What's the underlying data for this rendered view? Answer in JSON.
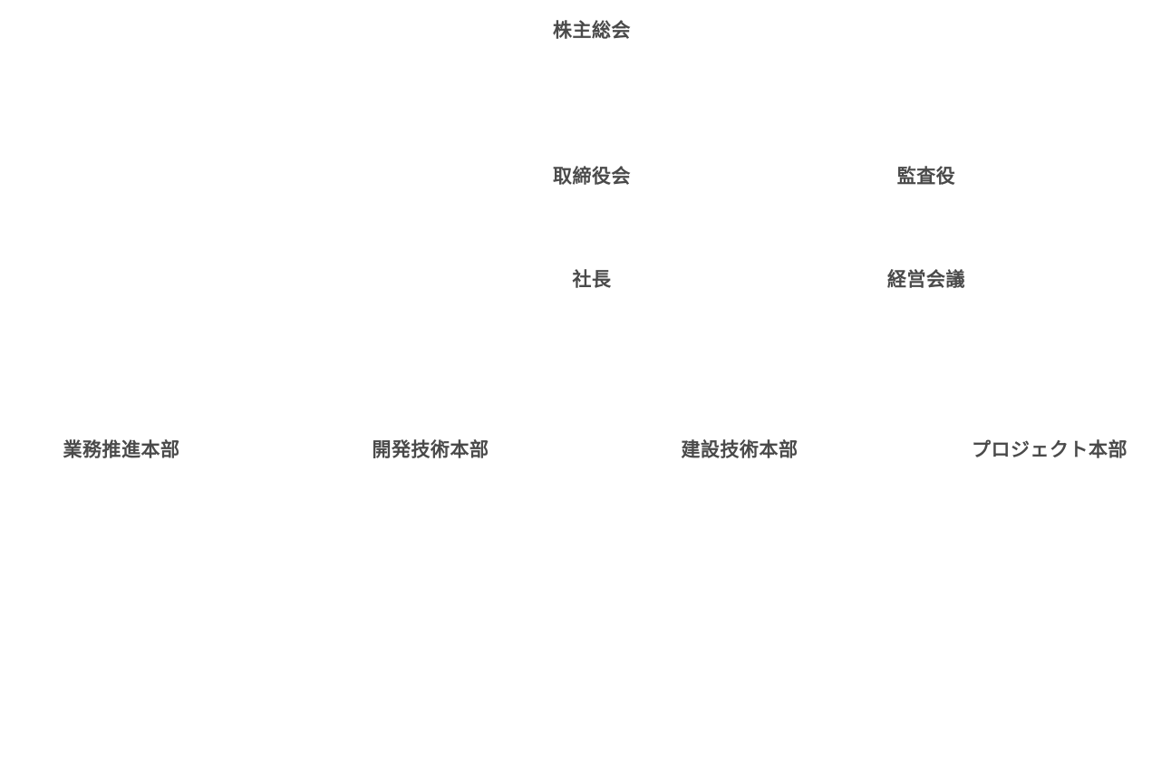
{
  "org_chart": {
    "shareholders_meeting": "株主総会",
    "board_of_directors": "取締役会",
    "auditor": "監査役",
    "president": "社長",
    "management_meeting": "経営会議",
    "divisions": [
      "業務推進本部",
      "開発技術本部",
      "建設技術本部",
      "プロジェクト本部"
    ]
  },
  "colors": {
    "text": "#4a4a4a",
    "background": "#ffffff"
  }
}
